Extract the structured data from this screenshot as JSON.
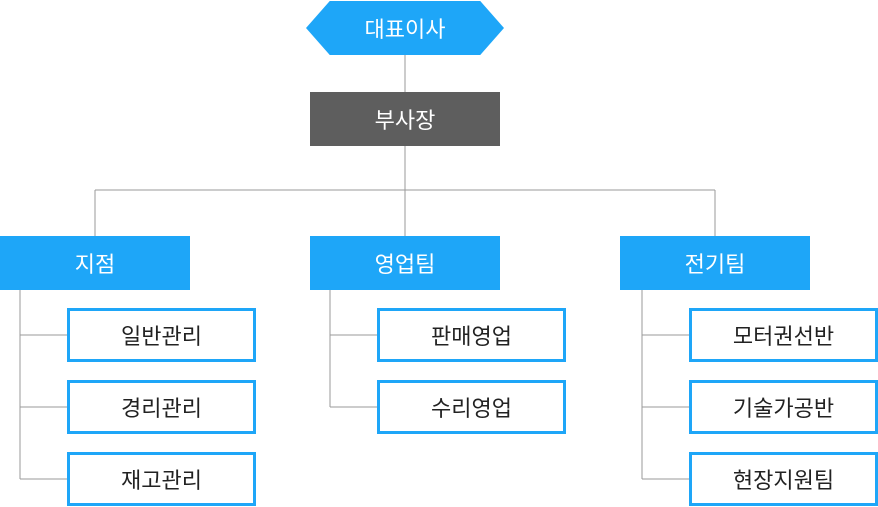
{
  "chart": {
    "root": "대표이사",
    "vice": "부사장",
    "departments": [
      {
        "name": "지점",
        "teams": [
          "일반관리",
          "경리관리",
          "재고관리"
        ]
      },
      {
        "name": "영업팀",
        "teams": [
          "판매영업",
          "수리영업"
        ]
      },
      {
        "name": "전기팀",
        "teams": [
          "모터권선반",
          "기술가공반",
          "현장지원팀"
        ]
      }
    ]
  },
  "colors": {
    "accent": "#1ea6f8",
    "vice": "#5e5e5e",
    "line": "#9a9a9a"
  }
}
